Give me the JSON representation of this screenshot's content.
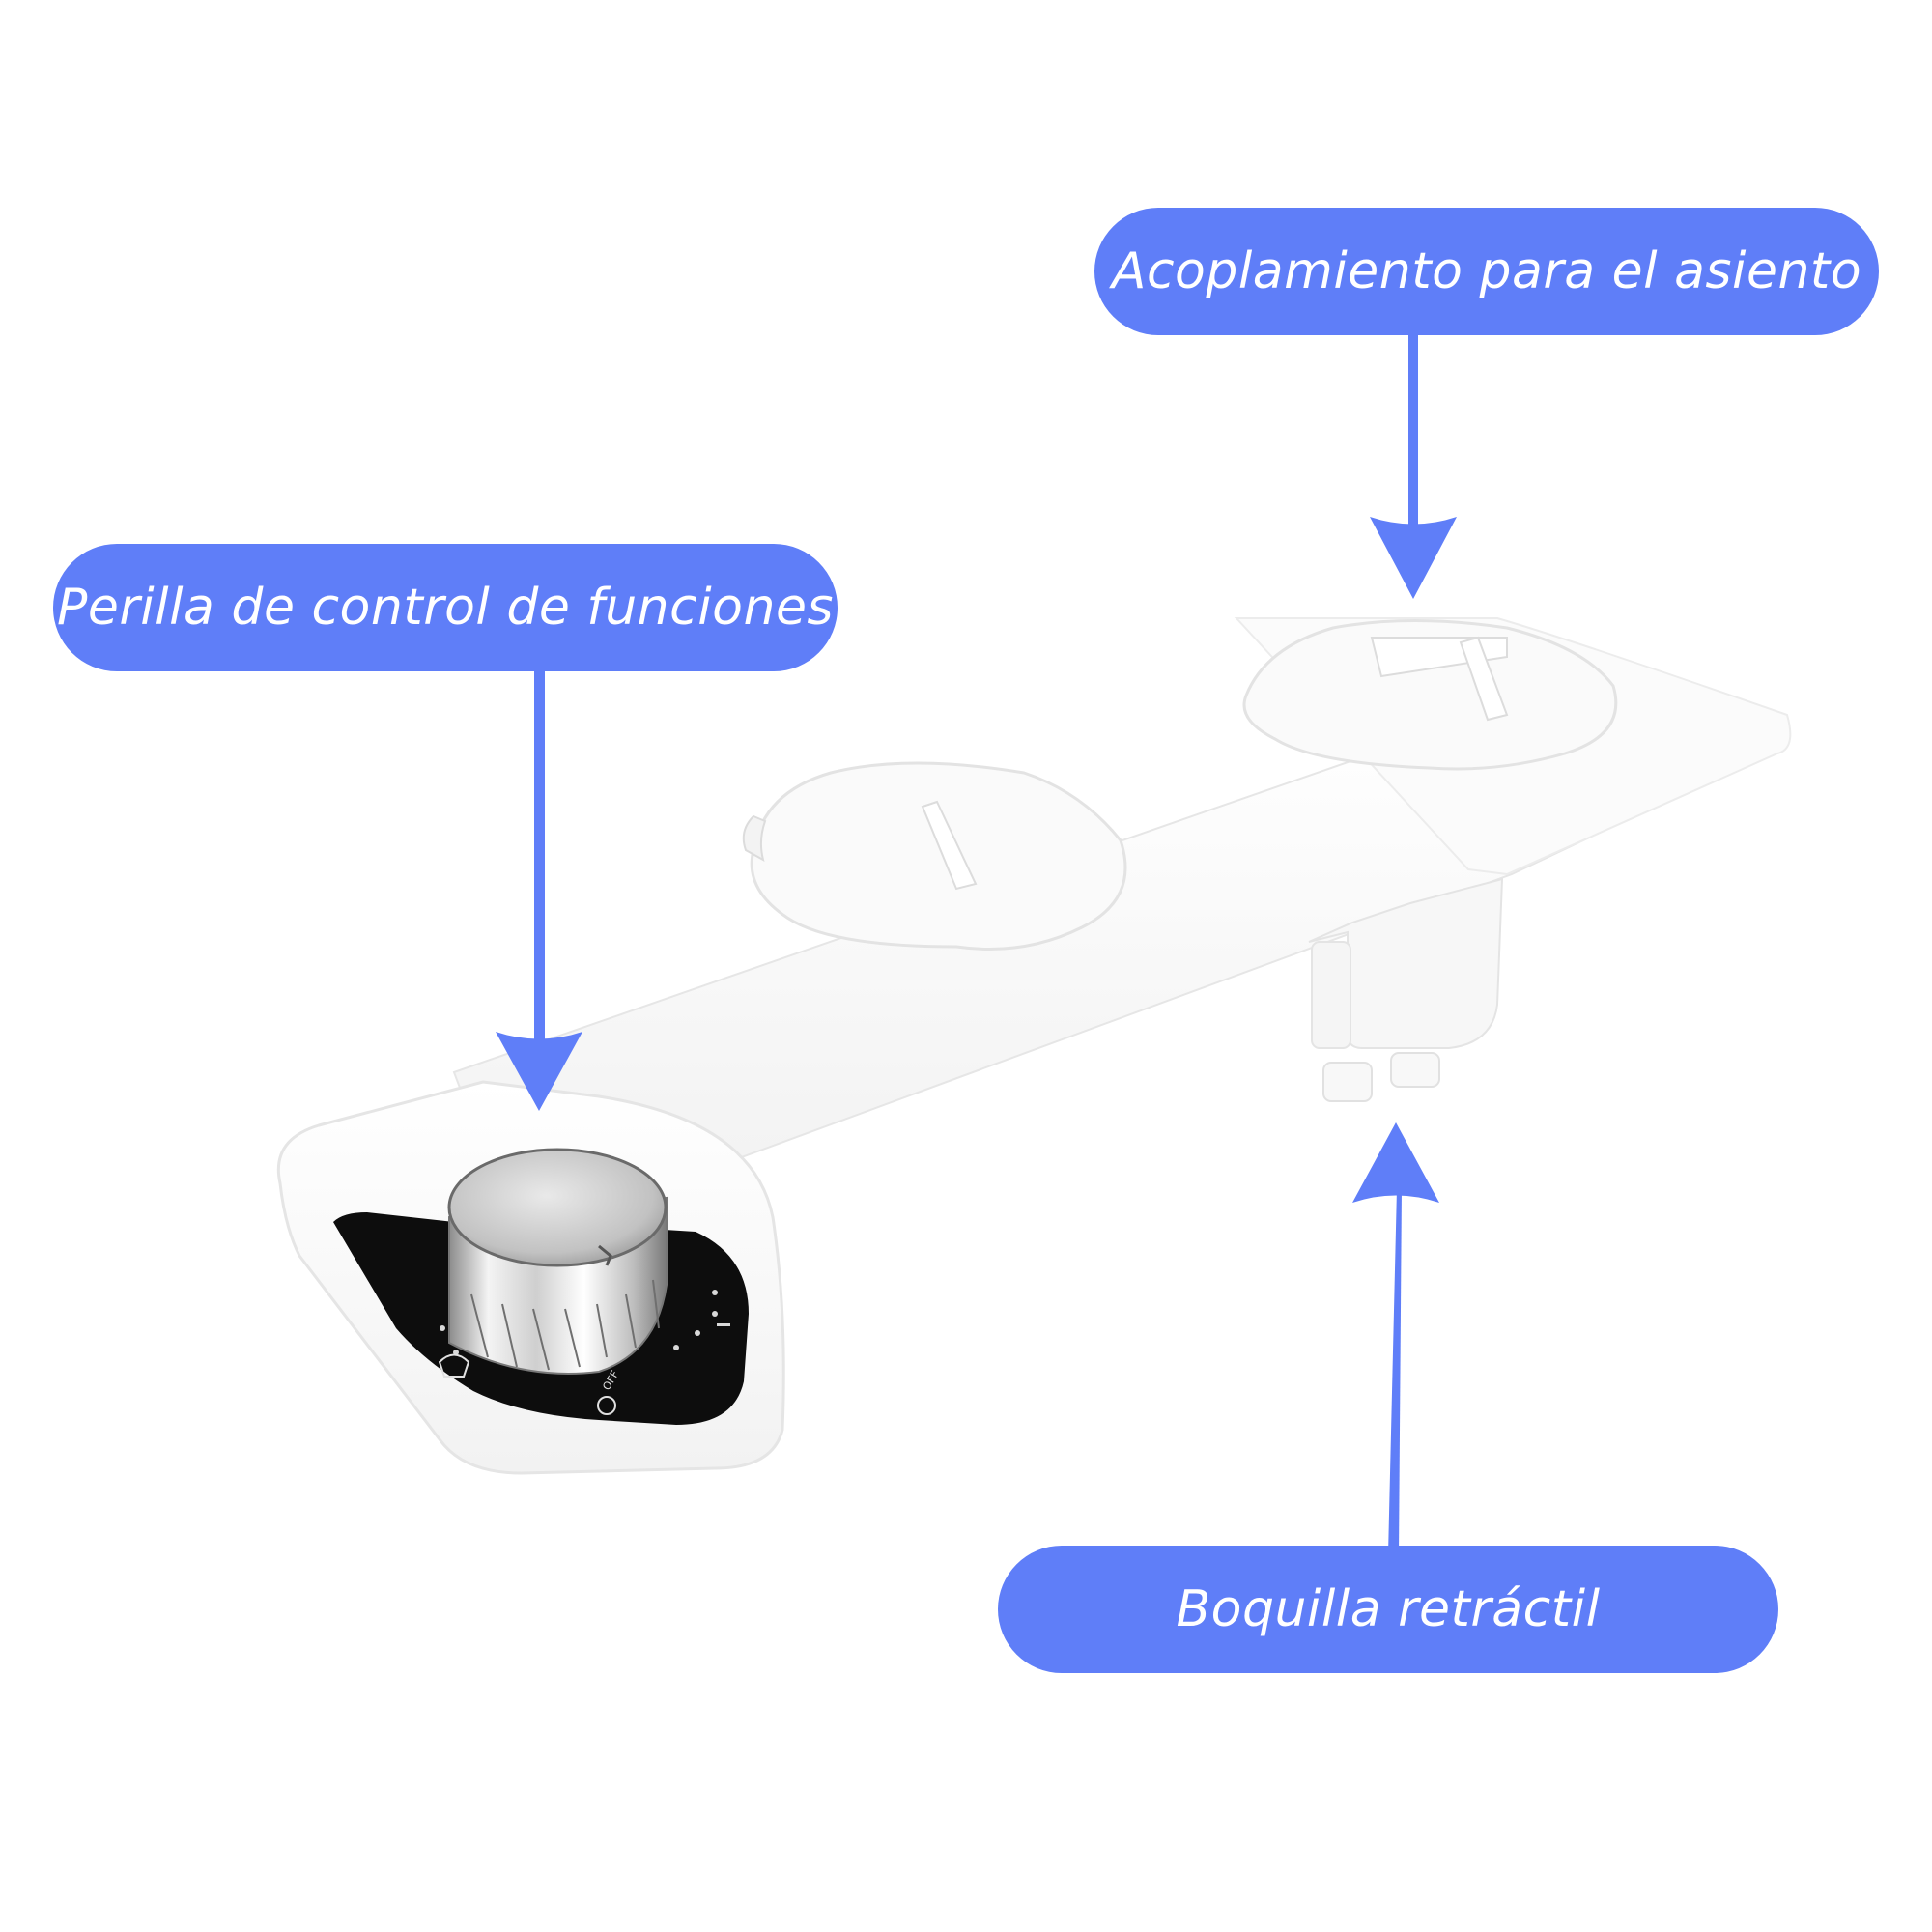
{
  "figure": {
    "subject": "bidet attachment for toilet seat",
    "background": "#ffffff",
    "accent_color": "#5f7ef8",
    "label_text_color": "#ffffff"
  },
  "callouts": [
    {
      "id": "seat-attachment",
      "label": "Acoplamiento para el asiento",
      "arrow_direction": "down"
    },
    {
      "id": "control-knob",
      "label": "Perilla de control de funciones",
      "arrow_direction": "down"
    },
    {
      "id": "nozzle",
      "label": "Boquilla retráctil",
      "arrow_direction": "up"
    }
  ],
  "knob_panel": {
    "off_label": "OFF",
    "power_icon": "power-icon",
    "wash_icon": "wash-mode-icon"
  }
}
